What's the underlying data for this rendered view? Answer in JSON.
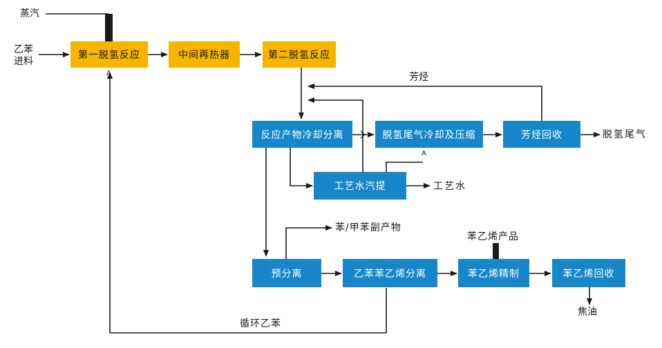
{
  "nodes": {
    "dehydro1": "第一脱氢反应",
    "reheater": "中间再热器",
    "dehydro2": "第二脱氢反应",
    "cool_sep": "反应产物冷却分离",
    "tailgas_comp": "脱氢尾气冷却及压缩",
    "aromatics_recovery": "芳烃回收",
    "water_strip": "工艺水汽提",
    "pre_sep": "预分离",
    "eb_sm_sep": "乙苯苯乙烯分离",
    "sm_refine": "苯乙烯精制",
    "sm_recovery": "苯乙烯回收"
  },
  "labels": {
    "steam": "蒸汽",
    "eb_feed_1": "乙苯",
    "eb_feed_2": "进料",
    "aromatics": "芳烃",
    "tail_gas": "脱氢尾气",
    "process_water": "工艺水",
    "benzene_toluene": "苯/甲苯副产物",
    "sm_product": "苯乙烯产品",
    "tar": "焦油",
    "recycle_eb": "循环乙苯",
    "marker_a_top": "A",
    "marker_a_left": "A"
  },
  "colors": {
    "yellow": "#f7b500",
    "blue": "#1787c9",
    "line": "#1a1a1a"
  }
}
